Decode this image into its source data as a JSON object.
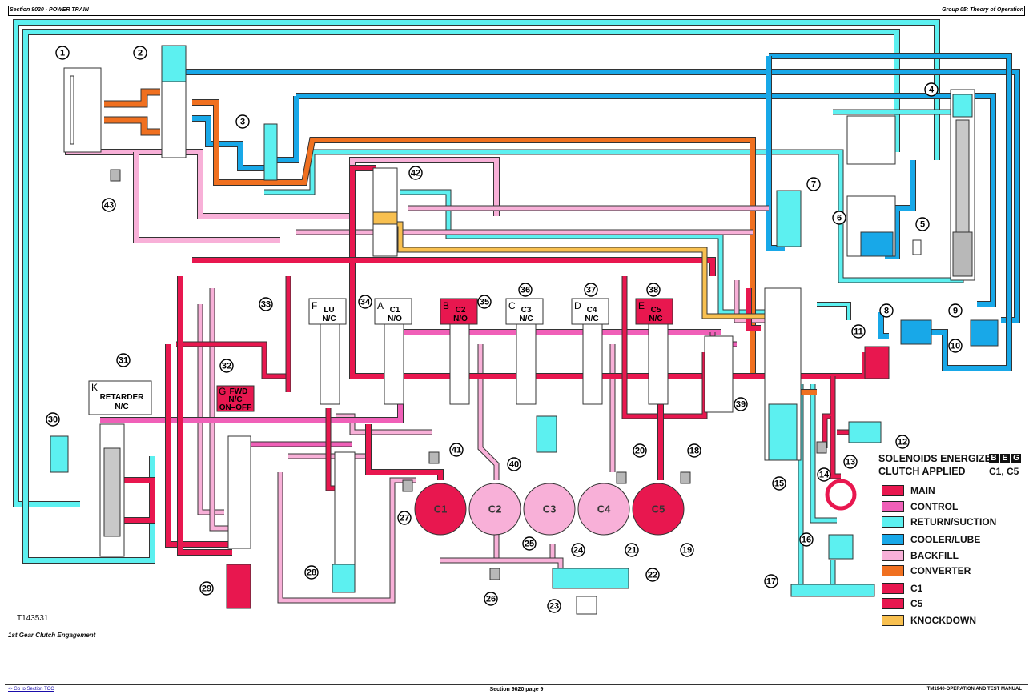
{
  "header": {
    "section": "Section 9020 - POWER TRAIN",
    "group": "Group 05: Theory of Operation"
  },
  "footer": {
    "toc_link": "<- Go to Section TOC",
    "page": "Section 9020 page 9",
    "manual": "TM1940-OPERATION AND TEST MANUAL"
  },
  "figure": {
    "id": "T143531",
    "caption": "1st Gear Clutch Engagement"
  },
  "colors": {
    "main": "#e8174f",
    "control": "#f060b8",
    "return_suction": "#5cf0f0",
    "cooler_lube": "#18a8e8",
    "backfill": "#f8b0d8",
    "converter": "#f07020",
    "c1": "#e8174f",
    "c5": "#e8174f",
    "knockdown": "#f8c050",
    "outline": "#333333"
  },
  "solenoids": [
    {
      "letter": "F",
      "name": "LU",
      "type": "N/C",
      "callout": "33",
      "energized": false
    },
    {
      "letter": "A",
      "name": "C1",
      "type": "N/O",
      "callout": "34",
      "energized": false
    },
    {
      "letter": "B",
      "name": "C2",
      "type": "N/O",
      "callout": "35",
      "energized": true
    },
    {
      "letter": "C",
      "name": "C3",
      "type": "N/C",
      "callout": "36",
      "energized": false
    },
    {
      "letter": "D",
      "name": "C4",
      "type": "N/C",
      "callout": "37",
      "energized": false
    },
    {
      "letter": "E",
      "name": "C5",
      "type": "N/C",
      "callout": "38",
      "energized": true
    }
  ],
  "retarder_solenoid": {
    "letter": "K",
    "name": "RETARDER",
    "type": "N/C",
    "callout": "31"
  },
  "fwd_solenoid": {
    "letter": "G",
    "name": "FWD",
    "type": "N/C",
    "mode": "ON–OFF",
    "callout": "32"
  },
  "clutches": [
    {
      "label": "C1",
      "callout": "27",
      "applied": true
    },
    {
      "label": "C2",
      "callout": "25",
      "applied": false
    },
    {
      "label": "C3",
      "callout": "24",
      "applied": false
    },
    {
      "label": "C4",
      "callout": "21",
      "applied": false
    },
    {
      "label": "C5",
      "callout": "19",
      "applied": true
    }
  ],
  "callouts": [
    "1",
    "2",
    "3",
    "4",
    "5",
    "6",
    "7",
    "8",
    "9",
    "10",
    "11",
    "12",
    "13",
    "14",
    "15",
    "16",
    "17",
    "18",
    "19",
    "20",
    "21",
    "22",
    "23",
    "24",
    "25",
    "26",
    "27",
    "28",
    "29",
    "30",
    "31",
    "32",
    "33",
    "34",
    "35",
    "36",
    "37",
    "38",
    "39",
    "40",
    "41",
    "42",
    "43"
  ],
  "legend": {
    "title_line1": "SOLENOIDS ENERGIZED",
    "title_line2": "CLUTCH APPLIED",
    "energized_solenoids": [
      "B",
      "E",
      "G"
    ],
    "applied_clutches": "C1, C5",
    "items": [
      {
        "label": "MAIN",
        "color": "#e8174f"
      },
      {
        "label": "CONTROL",
        "color": "#f060b8"
      },
      {
        "label": "RETURN/SUCTION",
        "color": "#5cf0f0"
      },
      {
        "label": "COOLER/LUBE",
        "color": "#18a8e8"
      },
      {
        "label": "BACKFILL",
        "color": "#f8b0d8"
      },
      {
        "label": "CONVERTER",
        "color": "#f07020"
      },
      {
        "label": "C1",
        "color": "#e8174f"
      },
      {
        "label": "C5",
        "color": "#e8174f"
      },
      {
        "label": "KNOCKDOWN",
        "color": "#f8c050"
      }
    ]
  }
}
